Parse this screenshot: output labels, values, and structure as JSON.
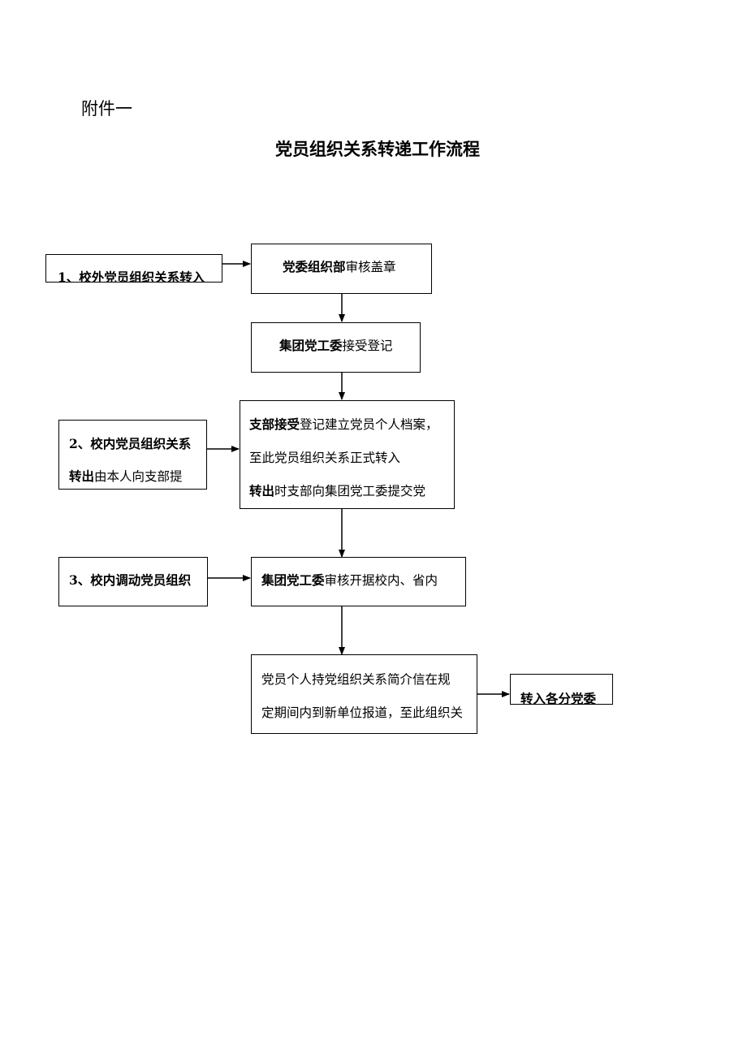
{
  "header": {
    "attachment_label": "附件一",
    "title": "党员组织关系转递工作流程"
  },
  "inputs": {
    "external_transfer_in": "1、校外党员组织关系转入",
    "internal_transfer_line1": "2、校内党员组织关系",
    "internal_transfer_line2_bold": "转出",
    "internal_transfer_line2_rest": "由本人向支部提",
    "internal_transfer_org": "3、校内调动党员组织"
  },
  "steps": {
    "party_committee_org_bold": "党委组织部",
    "party_committee_org_rest": "审核盖章",
    "group_committee_bold": "集团党工委",
    "group_committee_rest": "接受登记",
    "branch_line1_bold": "支部接受",
    "branch_line1_rest": "登记建立党员个人档案，",
    "branch_line2": "至此党员组织关系正式转入",
    "branch_line3_bold": "转出",
    "branch_line3_rest": "时支部向集团党工委提交党",
    "group_review_bold": "集团党工委",
    "group_review_rest": "审核开据校内、省内",
    "member_report_line1": "党员个人持党组织关系简介信在规",
    "member_report_line2": "定期间内到新单位报道，至此组织关",
    "final_transfer": "转入各分党委"
  }
}
